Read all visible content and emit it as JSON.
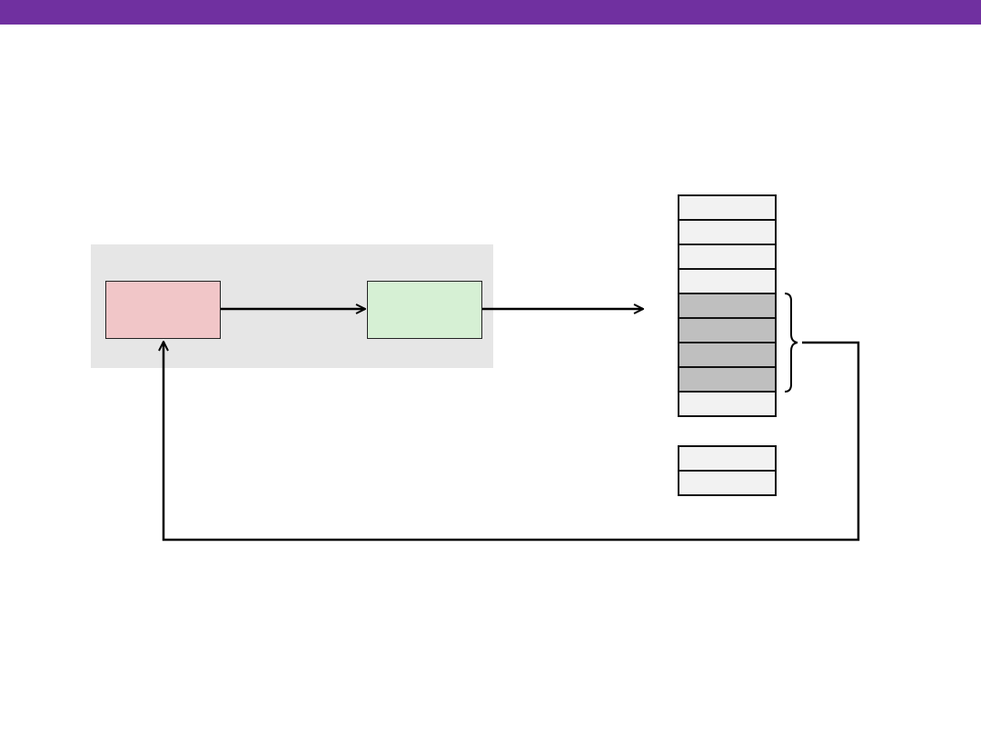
{
  "colors": {
    "top_bar": "#7030a0",
    "panel": "#e6e6e6",
    "pink_box": "#f1c6c8",
    "green_box": "#d6f0d4",
    "cell_light": "#f2f2f2",
    "cell_dark": "#bfbfbf",
    "stroke": "#000000"
  },
  "memory_column": {
    "cells": [
      "light",
      "light",
      "light",
      "light",
      "dark",
      "dark",
      "dark",
      "dark",
      "light"
    ]
  },
  "register_pair": {
    "cells": [
      "light",
      "light"
    ]
  }
}
